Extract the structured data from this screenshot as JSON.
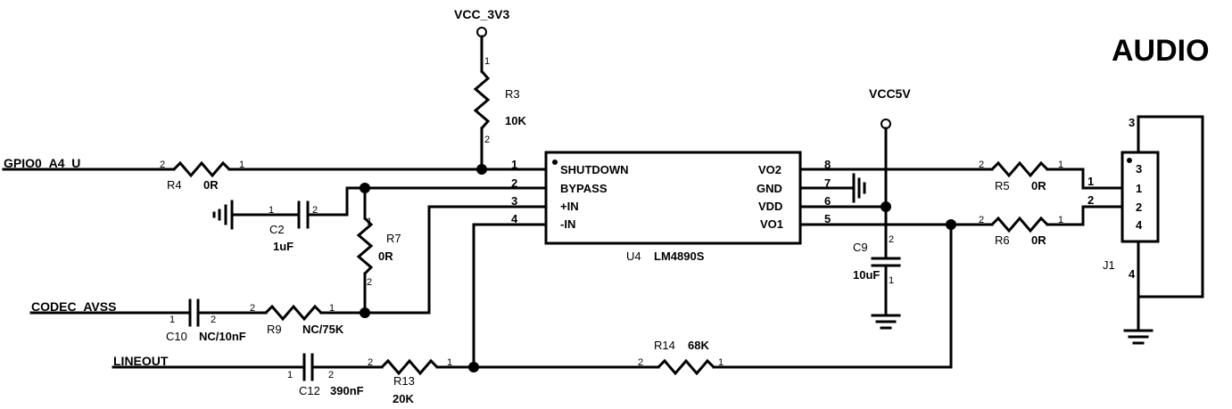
{
  "title": "AUDIO",
  "nets": {
    "vcc_3v3": "VCC_3V3",
    "vcc5v": "VCC5V",
    "gpio": "GPIO0_A4_U",
    "codec": "CODEC_AVSS",
    "lineout": "LINEOUT"
  },
  "ic": {
    "ref": "U4",
    "part": "LM4890S",
    "left_pins": [
      {
        "num": "1",
        "name": "SHUTDOWN"
      },
      {
        "num": "2",
        "name": "BYPASS"
      },
      {
        "num": "3",
        "name": "+IN"
      },
      {
        "num": "4",
        "name": "-IN"
      }
    ],
    "right_pins": [
      {
        "num": "8",
        "name": "VO2"
      },
      {
        "num": "7",
        "name": "GND"
      },
      {
        "num": "6",
        "name": "VDD"
      },
      {
        "num": "5",
        "name": "VO1"
      }
    ]
  },
  "components": {
    "r3": {
      "ref": "R3",
      "value": "10K"
    },
    "r4": {
      "ref": "R4",
      "value": "0R"
    },
    "r5": {
      "ref": "R5",
      "value": "0R"
    },
    "r6": {
      "ref": "R6",
      "value": "0R"
    },
    "r7": {
      "ref": "R7",
      "value": "0R"
    },
    "r9": {
      "ref": "R9",
      "value": "NC/75K"
    },
    "r13": {
      "ref": "R13",
      "value": "20K"
    },
    "r14": {
      "ref": "R14",
      "value": "68K"
    },
    "c2": {
      "ref": "C2",
      "value": "1uF"
    },
    "c9": {
      "ref": "C9",
      "value": "10uF"
    },
    "c10": {
      "ref": "C10",
      "value": "NC/10nF"
    },
    "c12": {
      "ref": "C12",
      "value": "390nF"
    },
    "j1": {
      "ref": "J1",
      "pins": [
        "3",
        "1",
        "2",
        "4"
      ]
    }
  },
  "pin_labels": {
    "one": "1",
    "two": "2",
    "three": "3",
    "four": "4"
  }
}
